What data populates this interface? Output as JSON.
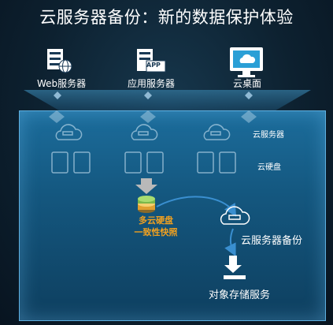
{
  "title": "云服务器备份：新的数据保护体验",
  "top_items": [
    {
      "label": "Web服务器",
      "icon": "web-server-icon"
    },
    {
      "label": "应用服务器",
      "icon": "app-server-icon"
    },
    {
      "label": "云桌面",
      "icon": "cloud-desktop-icon"
    }
  ],
  "app_badge": "APP",
  "row_labels": {
    "servers": "云服务器",
    "disks": "云硬盘"
  },
  "snapshot": {
    "label_line1": "多云硬盘",
    "label_line2": "一致性快照"
  },
  "backup_label": "云服务器备份",
  "storage_label": "对象存储服务",
  "colors": {
    "accent": "#f0a020",
    "panel": "#1c6d9c",
    "arrow": "#3a8fd0"
  }
}
